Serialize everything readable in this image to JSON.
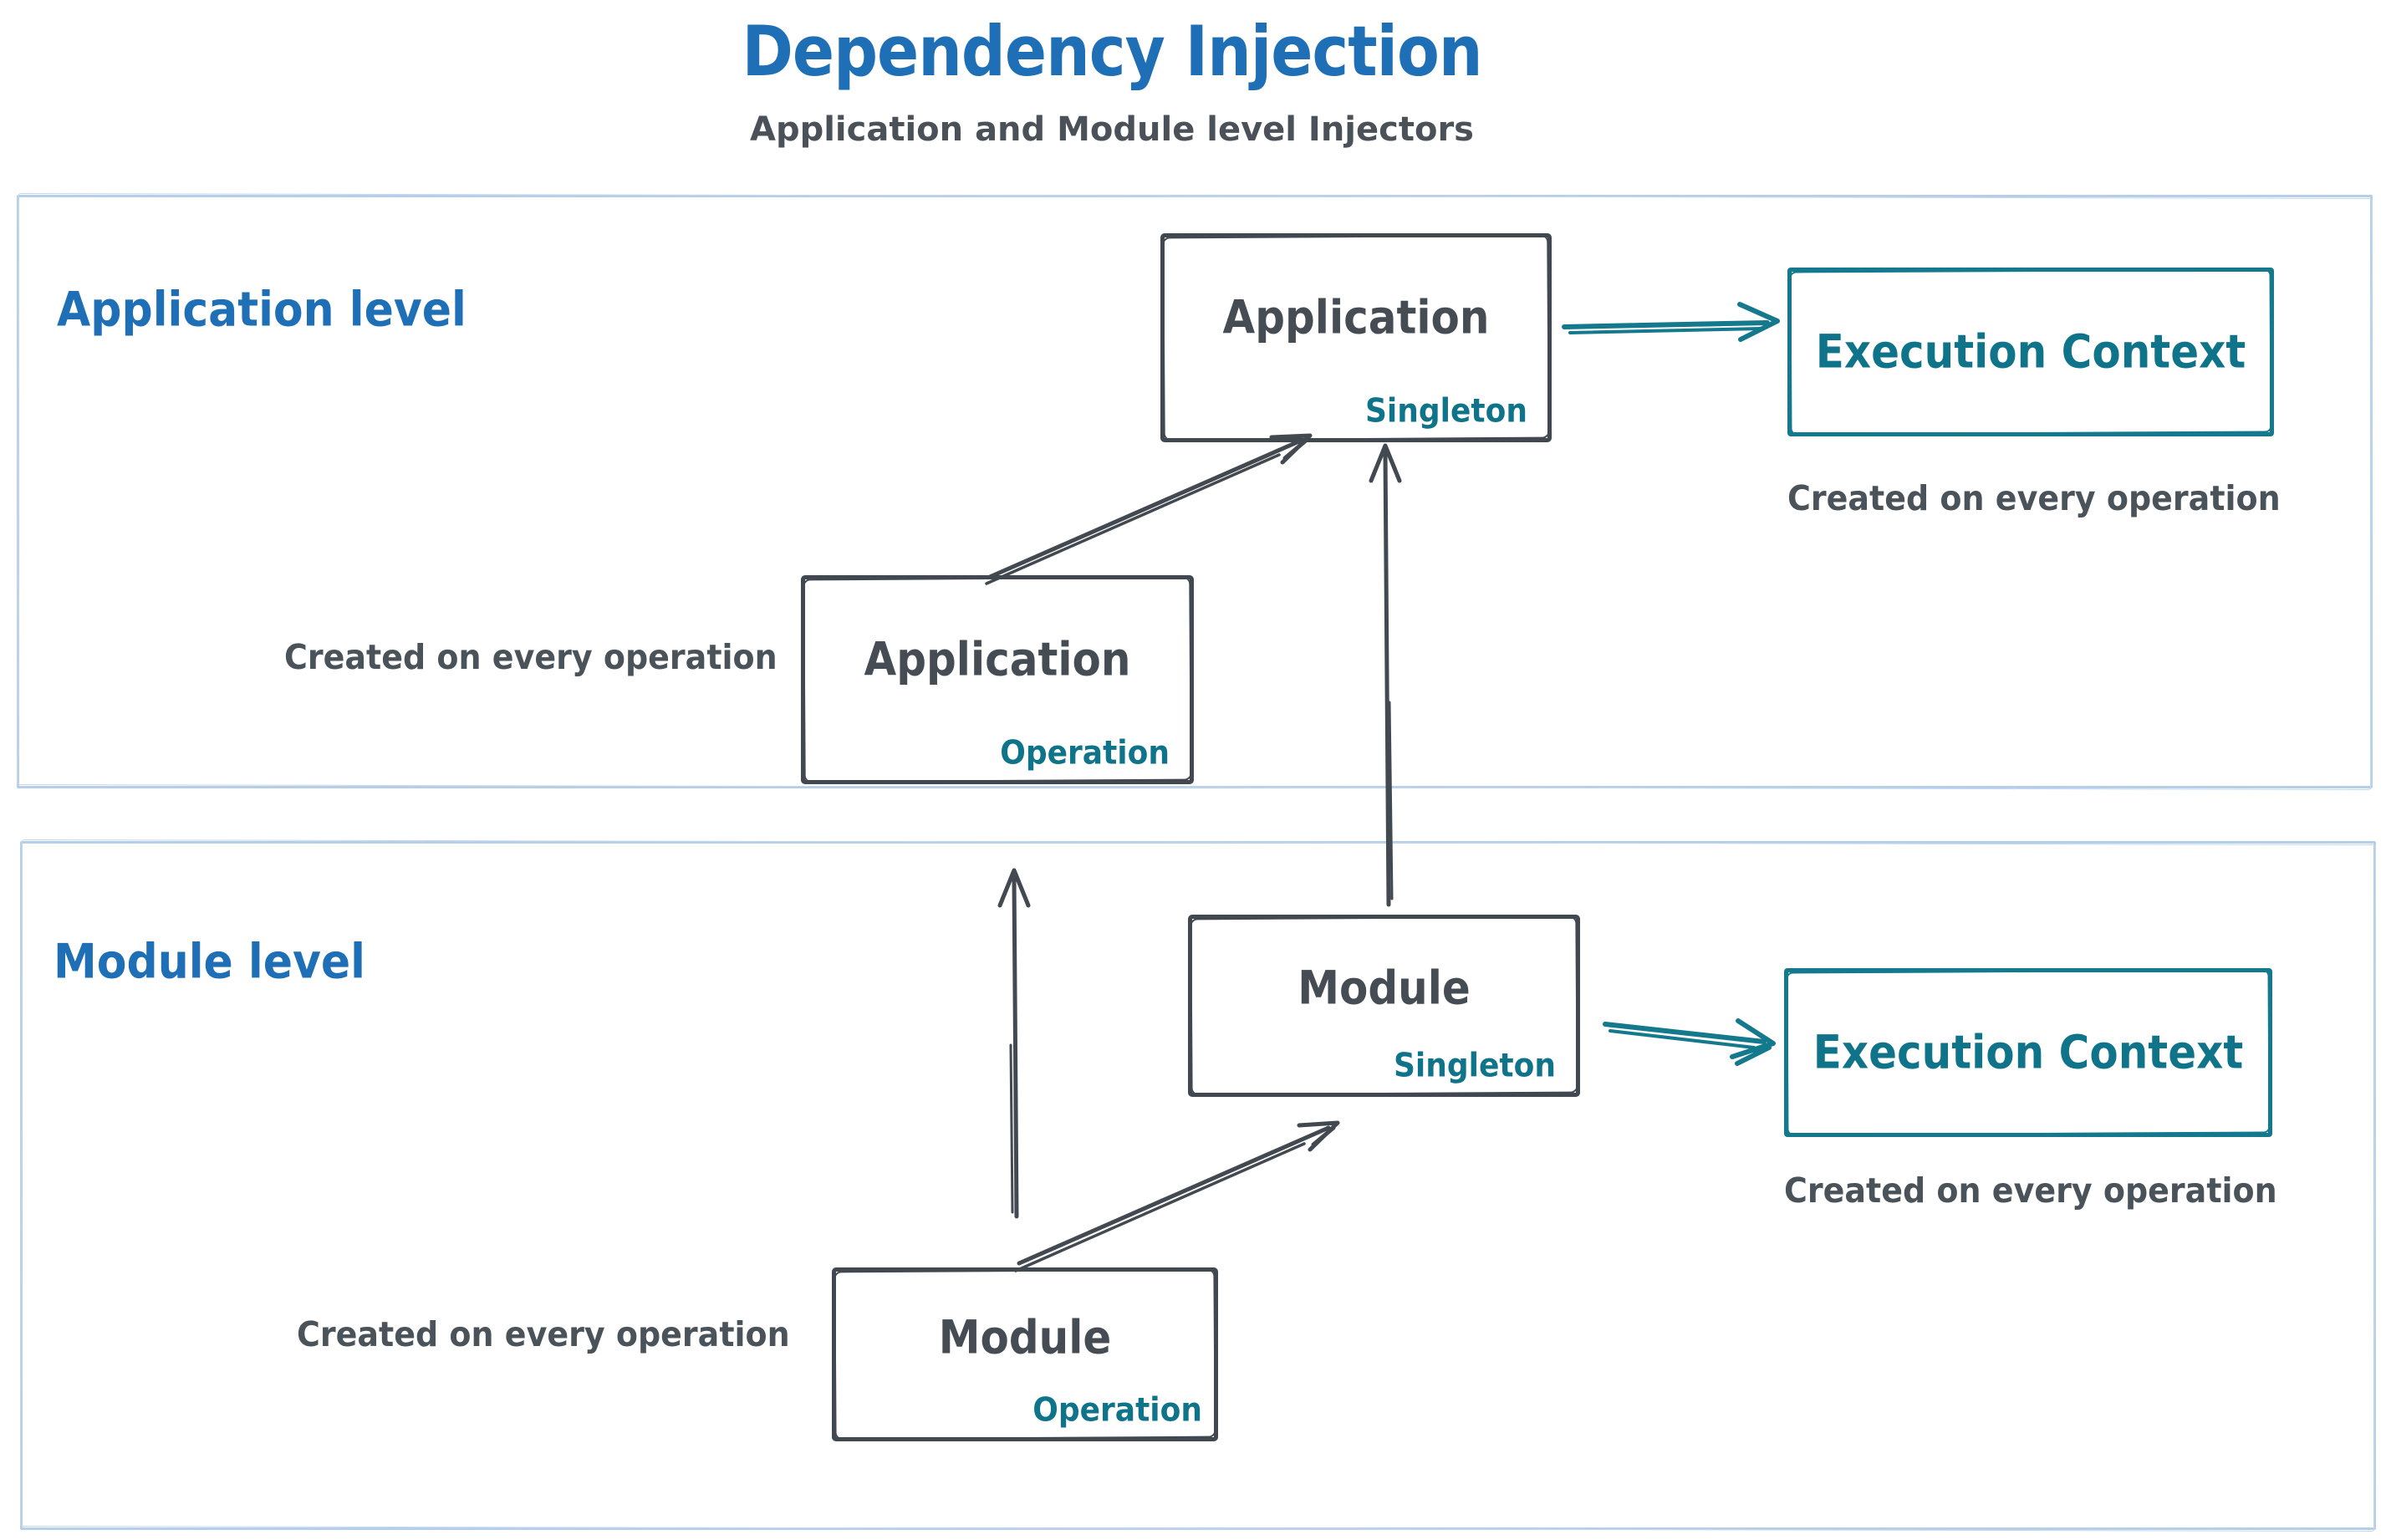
{
  "header": {
    "title": "Dependency Injection",
    "subtitle": "Application and Module level Injectors"
  },
  "colors": {
    "title_blue": "#1e6fb5",
    "ink_dark": "#424950",
    "teal": "#0f7489",
    "section_border_blue": "#b6cfe9",
    "caption_gray": "#4a525a",
    "background": "#ffffff"
  },
  "sections": {
    "application": {
      "label": "Application level",
      "singleton_box": {
        "title": "Application",
        "badge": "Singleton"
      },
      "operation_box": {
        "title": "Application",
        "badge": "Operation"
      },
      "operation_caption": "Created on every operation",
      "execution_context": {
        "label": "Execution Context",
        "caption": "Created on every operation"
      }
    },
    "module": {
      "label": "Module level",
      "singleton_box": {
        "title": "Module",
        "badge": "Singleton"
      },
      "operation_box": {
        "title": "Module",
        "badge": "Operation"
      },
      "operation_caption": "Created on every operation",
      "execution_context": {
        "label": "Execution Context",
        "caption": "Created on every operation"
      }
    }
  }
}
